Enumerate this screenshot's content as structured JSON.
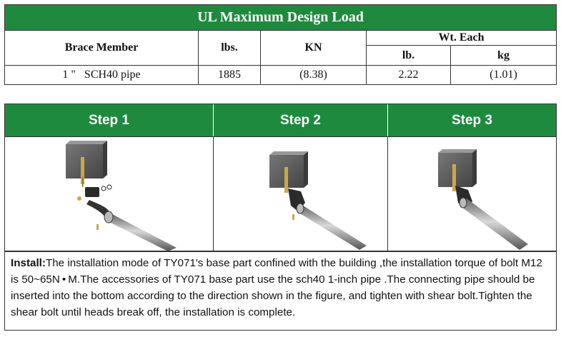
{
  "load_table": {
    "title": "UL Maximum Design Load",
    "headers": {
      "brace_member": "Brace Member",
      "lbs": "lbs.",
      "kn": "KN",
      "wt_each": "Wt. Each",
      "wt_lb": "lb.",
      "wt_kg": "kg"
    },
    "rows": [
      {
        "member": "1 \"   SCH40 pipe",
        "lbs": "1885",
        "kn": "(8.38)",
        "lb": "2.22",
        "kg": "(1.01)"
      }
    ]
  },
  "steps": {
    "labels": [
      "Step 1",
      "Step 2",
      "Step 3"
    ]
  },
  "install": {
    "label": "Install:",
    "text": "The installation mode of TY071's base part confined with the building ,the installation torque of bolt M12 is 50~65N • M.The accessories of TY071 base part use the sch40 1-inch pipe .The connecting pipe should be inserted into the bottom according to the direction shown in the figure, and tighten with shear bolt.Tighten the shear bolt until heads break off, the installation is complete."
  },
  "colors": {
    "header_green": "#1e8a3e"
  }
}
